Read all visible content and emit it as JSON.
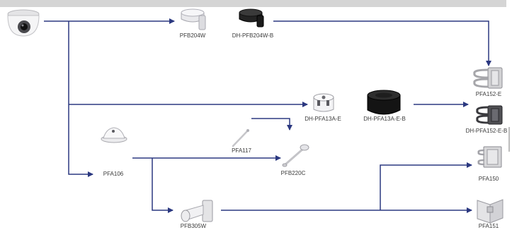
{
  "colors": {
    "connector_line": "#2b3880",
    "top_bar": "#d5d5d5",
    "label_text": "#3a3a3a"
  },
  "camera": {
    "icon": "dome-camera-icon"
  },
  "products": {
    "pfb204w": {
      "label": "PFB204W",
      "icon": "wall-bracket-white-icon"
    },
    "dh_pfb204w_b": {
      "label": "DH-PFB204W-B",
      "icon": "wall-bracket-black-icon"
    },
    "pfa152_e": {
      "label": "PFA152-E",
      "icon": "pole-mount-icon"
    },
    "dh_pfa13a_e": {
      "label": "DH-PFA13A-E",
      "icon": "junction-box-white-icon"
    },
    "dh_pfa13a_e_b": {
      "label": "DH-PFA13A-E-B",
      "icon": "junction-box-black-icon"
    },
    "dh_pfa152_e_b": {
      "label": "DH-PFA152-E-B",
      "icon": "pole-mount-black-icon"
    },
    "pfa117": {
      "label": "PFA117",
      "icon": "extension-pole-icon"
    },
    "pfa106": {
      "label": "PFA106",
      "icon": "adapter-plate-icon"
    },
    "pfb220c": {
      "label": "PFB220C",
      "icon": "pendant-mount-icon"
    },
    "pfa150": {
      "label": "PFA150",
      "icon": "pole-mount-box-icon"
    },
    "pfb305w": {
      "label": "PFB305W",
      "icon": "wall-mount-bracket-icon"
    },
    "pfa151": {
      "label": "PFA151",
      "icon": "corner-mount-icon"
    }
  }
}
